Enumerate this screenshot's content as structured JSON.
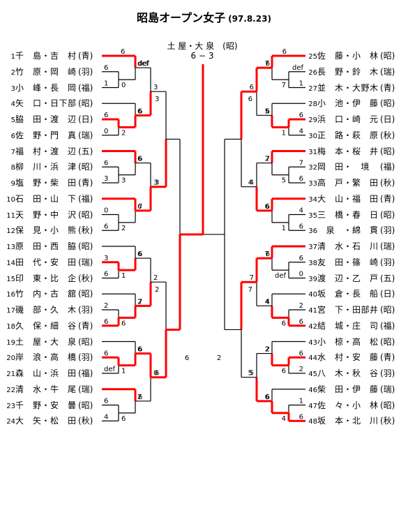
{
  "title": "昭島オープン女子",
  "date": "(97.8.23)",
  "champion": {
    "names": "土 屋・大 泉",
    "club": "(昭)",
    "score": "6 − 3"
  },
  "left_entries": [
    {
      "seed": "1",
      "name": "千　島・吉　村",
      "club": "(青)"
    },
    {
      "seed": "2",
      "name": "竹　原・岡　崎",
      "club": "(羽)"
    },
    {
      "seed": "3",
      "name": "小　峰・長　岡",
      "club": "(福)"
    },
    {
      "seed": "4",
      "name": "矢　口・日下部",
      "club": "(昭)"
    },
    {
      "seed": "5",
      "name": "脇　田・渡　辺",
      "club": "(日)"
    },
    {
      "seed": "6",
      "name": "佐　野・門　真",
      "club": "(瑞)"
    },
    {
      "seed": "7",
      "name": "福　村・渡　辺",
      "club": "(五)"
    },
    {
      "seed": "8",
      "name": "柳　川・浜　津",
      "club": "(昭)"
    },
    {
      "seed": "9",
      "name": "塩　野・柴　田",
      "club": "(青)"
    },
    {
      "seed": "10",
      "name": "石　田・山　下",
      "club": "(福)"
    },
    {
      "seed": "11",
      "name": "天　野・中　沢",
      "club": "(昭)"
    },
    {
      "seed": "12",
      "name": "保　見・小　熊",
      "club": "(秋)"
    },
    {
      "seed": "13",
      "name": "原　田・西　脇",
      "club": "(昭)"
    },
    {
      "seed": "14",
      "name": "田　代・安　田",
      "club": "(瑞)"
    },
    {
      "seed": "15",
      "name": "印　東・比　企",
      "club": "(秋)"
    },
    {
      "seed": "16",
      "name": "竹　内・古　舘",
      "club": "(昭)"
    },
    {
      "seed": "17",
      "name": "磯　部・久　木",
      "club": "(羽)"
    },
    {
      "seed": "18",
      "name": "久　保・細　谷",
      "club": "(青)"
    },
    {
      "seed": "19",
      "name": "土　屋・大　泉",
      "club": "(昭)"
    },
    {
      "seed": "20",
      "name": "岸　浪・高　橋",
      "club": "(羽)"
    },
    {
      "seed": "21",
      "name": "森　山・浜　田",
      "club": "(福)"
    },
    {
      "seed": "22",
      "name": "清　水・牛　尾",
      "club": "(瑞)"
    },
    {
      "seed": "23",
      "name": "千　野・安　曇",
      "club": "(昭)"
    },
    {
      "seed": "24",
      "name": "大　矢・松　田",
      "club": "(秋)"
    }
  ],
  "right_entries": [
    {
      "seed": "25",
      "name": "佐　藤・小　林",
      "club": "(昭)"
    },
    {
      "seed": "26",
      "name": "長　野・鈴　木",
      "club": "(瑞)"
    },
    {
      "seed": "27",
      "name": "並　木・大野木",
      "club": "(青)"
    },
    {
      "seed": "28",
      "name": "小　池・伊　藤",
      "club": "(昭)"
    },
    {
      "seed": "29",
      "name": "浜　口・崎　元",
      "club": "(日)"
    },
    {
      "seed": "30",
      "name": "正　路・萩　原",
      "club": "(秋)"
    },
    {
      "seed": "31",
      "name": "梅　本・桜　井",
      "club": "(昭)"
    },
    {
      "seed": "32",
      "name": "岡　田・　境　",
      "club": "(福)"
    },
    {
      "seed": "33",
      "name": "高　戸・繁　田",
      "club": "(秋)"
    },
    {
      "seed": "34",
      "name": "大　山・福　田",
      "club": "(青)"
    },
    {
      "seed": "35",
      "name": "三　橋・春　日",
      "club": "(昭)"
    },
    {
      "seed": "36",
      "name": "　泉　・綿　貫",
      "club": "(羽)"
    },
    {
      "seed": "37",
      "name": "清　水・石　川",
      "club": "(瑞)"
    },
    {
      "seed": "38",
      "name": "友　田・篠　崎",
      "club": "(羽)"
    },
    {
      "seed": "39",
      "name": "渡　辺・乙　戸",
      "club": "(五)"
    },
    {
      "seed": "40",
      "name": "坂　倉・長　船",
      "club": "(日)"
    },
    {
      "seed": "41",
      "name": "宮　下・田部井",
      "club": "(昭)"
    },
    {
      "seed": "42",
      "name": "結　城・庄　司",
      "club": "(福)"
    },
    {
      "seed": "43",
      "name": "小　椋・高　松",
      "club": "(昭)"
    },
    {
      "seed": "44",
      "name": "水　村・安　藤",
      "club": "(青)"
    },
    {
      "seed": "45",
      "name": "八　木・秋　谷",
      "club": "(羽)"
    },
    {
      "seed": "46",
      "name": "柴　田・伊　藤",
      "club": "(瑞)"
    },
    {
      "seed": "47",
      "name": "佐　々・小　林",
      "club": "(昭)"
    },
    {
      "seed": "48",
      "name": "坂　本・北　川",
      "club": "(秋)"
    }
  ],
  "colors": {
    "win": "#ff0000",
    "line": "#000000"
  },
  "left_pods": [
    {
      "sa": "6",
      "sb": "6",
      "sc": "1",
      "sab": "0",
      "sw": "def"
    },
    {
      "sa": "",
      "sb": "6",
      "sc": "0",
      "sab": "2",
      "sw": "6"
    },
    {
      "sa": "",
      "sb": "6",
      "sc": "3",
      "sab": "3",
      "sw": "6"
    },
    {
      "sa": "",
      "sb": "0",
      "sc": "6",
      "sab": "2",
      "sw": "6"
    },
    {
      "sa": "",
      "sb": "3",
      "sc": "6",
      "sab": "1",
      "sw": "6"
    },
    {
      "sa": "",
      "sb": "2",
      "sc": "6",
      "sab": "6",
      "sw": "2"
    },
    {
      "sa": "",
      "sb": "6",
      "sc": "def",
      "sab": "1",
      "sw": "6"
    },
    {
      "sa": "",
      "sb": "6",
      "sc": "4",
      "sab": "6",
      "sw": "2"
    }
  ],
  "left_r3": [
    {
      "top": "def",
      "bot": "6",
      "win": "3"
    },
    {
      "top": "6",
      "bot": "7",
      "win": "3"
    },
    {
      "top": "6",
      "bot": "7",
      "win": "2"
    },
    {
      "top": "6",
      "bot": "6",
      "win": "0"
    }
  ],
  "left_sf": [
    {
      "top": "3",
      "bot": "3"
    },
    {
      "top": "2",
      "bot": "6"
    }
  ],
  "right_pods": [
    {
      "sa": "6",
      "sb": "def",
      "sc": "1",
      "sab": "7",
      "sw": "6"
    },
    {
      "sa": "",
      "sb": "6",
      "sc": "4",
      "sab": "1",
      "sw": "6"
    },
    {
      "sa": "",
      "sb": "7",
      "sc": "6",
      "sab": "5",
      "sw": "7"
    },
    {
      "sa": "",
      "sb": "4",
      "sc": "6",
      "sab": "1",
      "sw": "6"
    },
    {
      "sa": "",
      "sb": "6",
      "sc": "0",
      "sab": "def",
      "sw": "6"
    },
    {
      "sa": "",
      "sb": "2",
      "sc": "6",
      "sab": "6",
      "sw": "4"
    },
    {
      "sa": "",
      "sb": "6",
      "sc": "2",
      "sab": "6",
      "sw": "2"
    },
    {
      "sa": "",
      "sb": "1",
      "sc": "6",
      "sab": "4",
      "sw": "6"
    }
  ],
  "right_r3": [
    {
      "top": "7",
      "bot": "5",
      "win": "6"
    },
    {
      "top": "2",
      "bot": "6",
      "win": "4"
    },
    {
      "top": "7",
      "bot": "4",
      "win": "7"
    },
    {
      "top": "2",
      "bot": "6",
      "win": "5"
    }
  ],
  "right_sf": [
    {
      "top": "6",
      "bot": "4"
    },
    {
      "top": "7",
      "bot": "5"
    }
  ],
  "final": {
    "left": "6",
    "right": "2"
  }
}
